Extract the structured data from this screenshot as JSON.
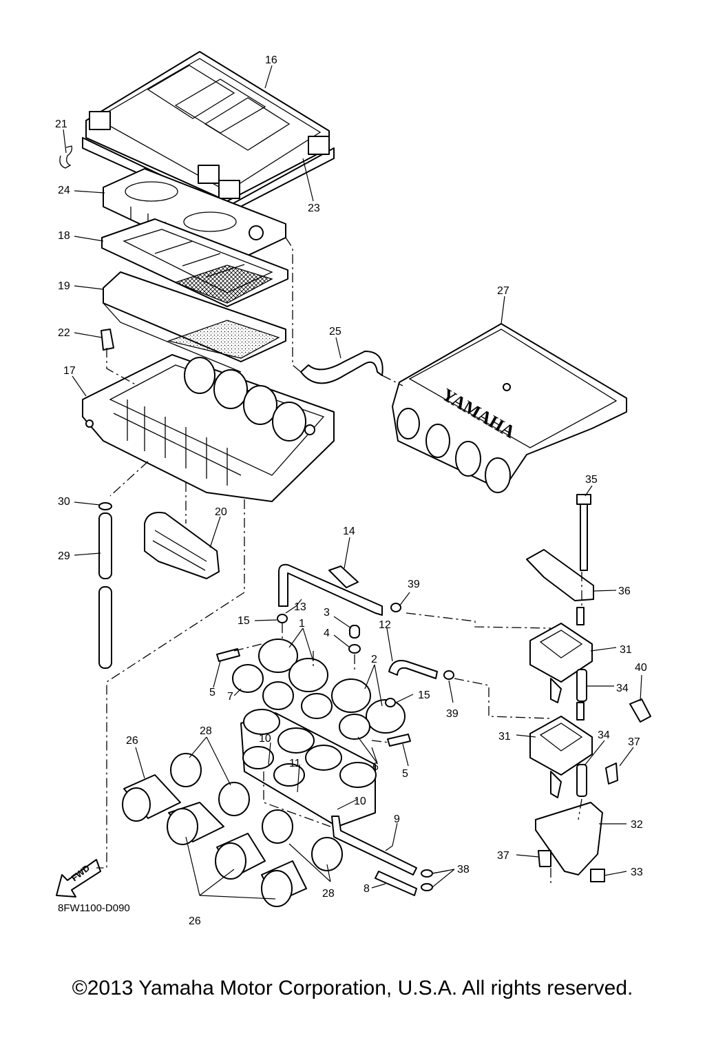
{
  "diagram": {
    "code": "8FW1100-D090",
    "brand_mark": "YAMAHA",
    "fwd_label": "FWD",
    "callouts": {
      "c1": "1",
      "c2": "2",
      "c3": "3",
      "c4": "4",
      "c5a": "5",
      "c5b": "5",
      "c6": "6",
      "c7": "7",
      "c8": "8",
      "c9": "9",
      "c10a": "10",
      "c10b": "10",
      "c11": "11",
      "c12": "12",
      "c13": "13",
      "c14": "14",
      "c15a": "15",
      "c15b": "15",
      "c16": "16",
      "c17": "17",
      "c18": "18",
      "c19": "19",
      "c20": "20",
      "c21": "21",
      "c22": "22",
      "c23": "23",
      "c24": "24",
      "c25": "25",
      "c26a": "26",
      "c26b": "26",
      "c27": "27",
      "c28a": "28",
      "c28b": "28",
      "c29": "29",
      "c30": "30",
      "c31a": "31",
      "c31b": "31",
      "c32": "32",
      "c33": "33",
      "c34a": "34",
      "c34b": "34",
      "c35": "35",
      "c36": "36",
      "c37a": "37",
      "c37b": "37",
      "c38": "38",
      "c39a": "39",
      "c39b": "39",
      "c40": "40"
    }
  },
  "footer": {
    "copyright": "©2013 Yamaha Motor Corporation, U.S.A. All rights reserved."
  }
}
